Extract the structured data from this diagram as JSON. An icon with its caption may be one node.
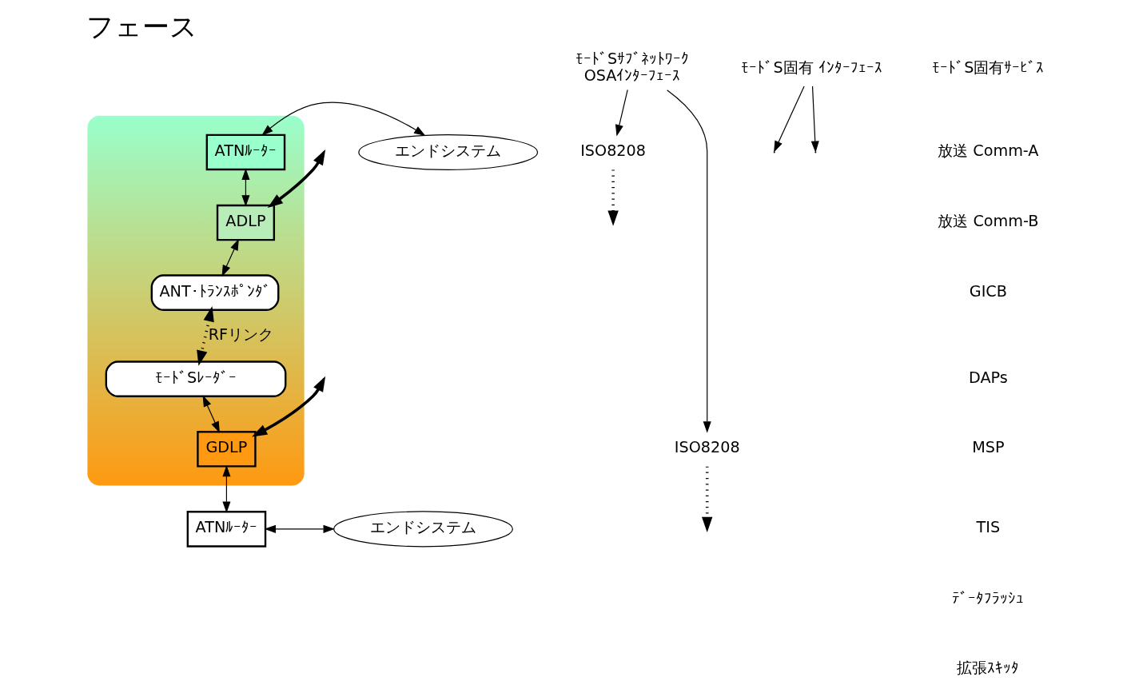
{
  "diagram": {
    "title": "フェース",
    "nodes": [
      {
        "text": [],
        "shape": "box"
      },
      {
        "text": [
          "ATNﾙｰﾀｰ"
        ],
        "in": 0
      },
      {
        "text": [
          "エンドシステム"
        ]
      },
      {
        "text": [
          "ADLP"
        ],
        "in": 0
      },
      {
        "text": [
          "ANT･ﾄﾗﾝｽﾎﾟﾝﾀﾞ"
        ],
        "in": 0
      },
      {
        "text": [
          "ﾓｰﾄﾞSﾚｰﾀﾞｰ"
        ],
        "in": 0
      },
      {
        "text": [
          "GDLP"
        ],
        "in": 0
      },
      {
        "text": [
          "ATNﾙｰﾀｰ"
        ]
      },
      {
        "text": [
          "エンドシステム"
        ]
      },
      {
        "text": [
          "ISO8208"
        ]
      },
      {
        "text": [
          "ISO8208"
        ]
      },
      {
        "text": [
          "ﾓｰﾄﾞS固有 ｲﾝﾀｰﾌｪｰｽ"
        ]
      },
      {
        "text": [
          "ﾓｰﾄﾞSｻﾌﾞﾈｯﾄﾜｰｸ",
          "OSAｲﾝﾀｰﾌｪｰｽ"
        ]
      }
    ],
    "edges": [
      {
        "from": 1,
        "to": 2,
        "arrow": "both"
      },
      {
        "from": 1,
        "to": 3,
        "arrow": "both"
      },
      {
        "from": 9,
        "to": null,
        "arrow": "to",
        "style": "dashed"
      },
      {
        "from": null,
        "to": 3,
        "arrow": "both",
        "style": "thick"
      },
      {
        "from": 3,
        "to": 4,
        "arrow": "both"
      },
      {
        "from": 4,
        "to": 5,
        "arrow": "both",
        "style": "dashed",
        "label": "RFリンク"
      },
      {
        "from": 5,
        "to": 6,
        "arrow": "both"
      },
      {
        "from": null,
        "to": 6,
        "arrow": "both",
        "style": "thick"
      },
      {
        "from": 6,
        "to": 7,
        "arrow": "both"
      },
      {
        "from": 7,
        "to": 8,
        "arrow": "both"
      },
      {
        "from": 10,
        "to": null,
        "arrow": "to",
        "style": "dashed"
      },
      {
        "from": 11,
        "to": null,
        "arrow": "to"
      },
      {
        "from": 11,
        "to": null,
        "arrow": "to"
      },
      {
        "from": 12,
        "to": 9,
        "arrow": "to"
      },
      {
        "from": 12,
        "to": 10,
        "arrow": "to"
      }
    ],
    "labels": [
      "ﾓｰﾄﾞS固有ｻｰﾋﾞｽ",
      "放送 Comm-A",
      "放送 Comm-B",
      "GICB",
      "DAPs",
      "MSP",
      "TIS",
      "ﾃﾞｰﾀﾌﾗｯｼｭ",
      "拡張ｽｷｯﾀ"
    ]
  }
}
